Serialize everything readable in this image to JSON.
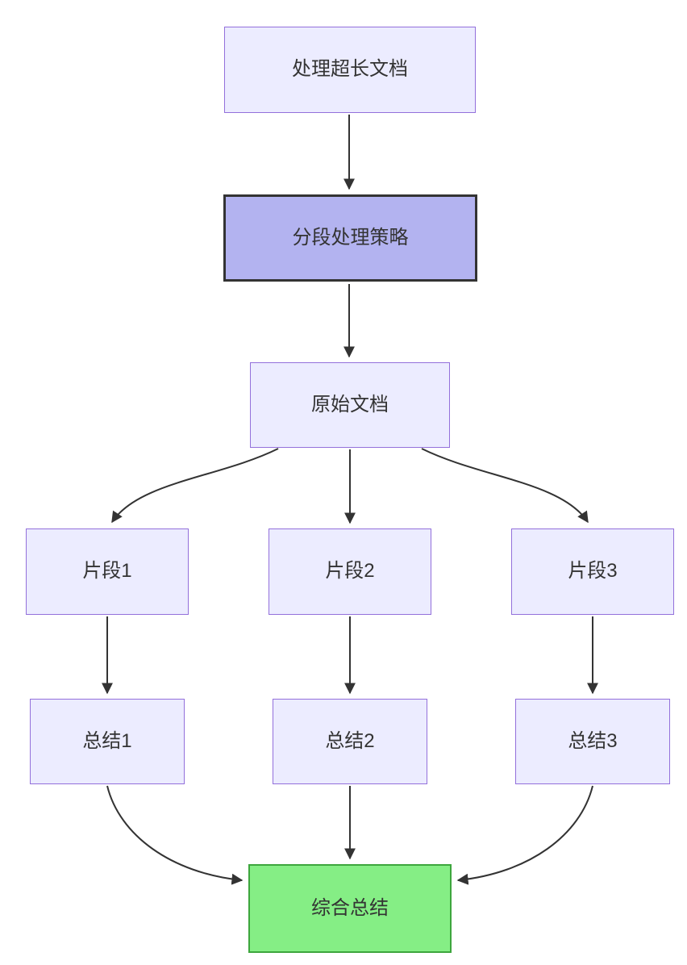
{
  "diagram": {
    "type": "flowchart",
    "direction": "top-down",
    "nodes": {
      "doc_processing": {
        "label": "处理超长文档"
      },
      "strategy": {
        "label": "分段处理策略"
      },
      "source_doc": {
        "label": "原始文档"
      },
      "fragment1": {
        "label": "片段1"
      },
      "fragment2": {
        "label": "片段2"
      },
      "fragment3": {
        "label": "片段3"
      },
      "summary1": {
        "label": "总结1"
      },
      "summary2": {
        "label": "总结2"
      },
      "summary3": {
        "label": "总结3"
      },
      "final_summary": {
        "label": "综合总结"
      }
    },
    "edges": [
      {
        "from": "doc_processing",
        "to": "strategy"
      },
      {
        "from": "strategy",
        "to": "source_doc"
      },
      {
        "from": "source_doc",
        "to": "fragment1"
      },
      {
        "from": "source_doc",
        "to": "fragment2"
      },
      {
        "from": "source_doc",
        "to": "fragment3"
      },
      {
        "from": "fragment1",
        "to": "summary1"
      },
      {
        "from": "fragment2",
        "to": "summary2"
      },
      {
        "from": "fragment3",
        "to": "summary3"
      },
      {
        "from": "summary1",
        "to": "final_summary"
      },
      {
        "from": "summary2",
        "to": "final_summary"
      },
      {
        "from": "summary3",
        "to": "final_summary"
      }
    ],
    "colors": {
      "node_fill": "#ECECFF",
      "node_border": "#9370DB",
      "strategy_fill": "#b3b3f0",
      "strategy_border": "#333333",
      "final_fill": "#85ee85",
      "final_border": "#3da63d",
      "edge_color": "#333333",
      "text_color": "#333333"
    }
  }
}
